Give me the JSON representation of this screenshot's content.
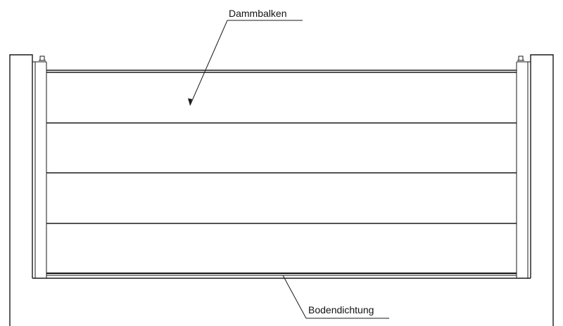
{
  "labels": {
    "top": "Dammbalken",
    "bottom": "Bodendichtung"
  },
  "structure": {
    "beam_count": 4
  },
  "colors": {
    "line": "#1a1a1a",
    "background": "#ffffff"
  }
}
